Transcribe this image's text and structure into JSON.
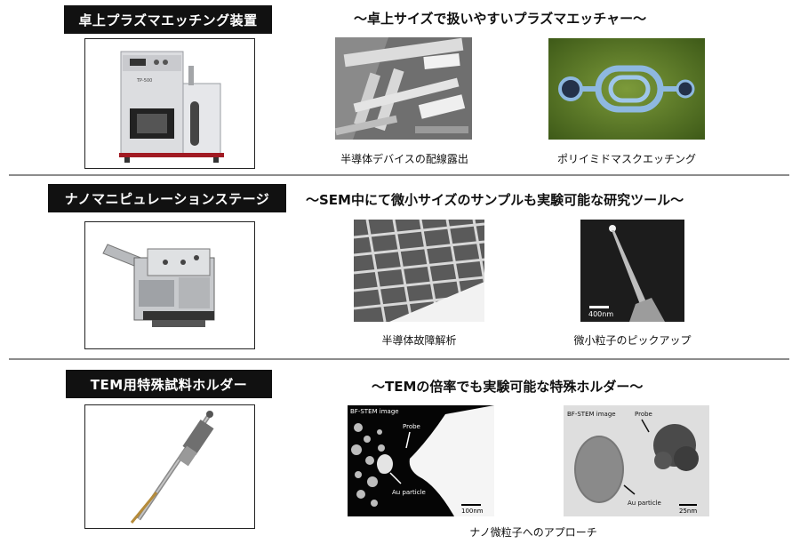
{
  "sections": [
    {
      "title": "卓上プラズマエッチング装置",
      "tagline": "～卓上サイズで扱いやすいプラズマエッチャー～",
      "device_label": "TP-500",
      "captions": [
        "半導体デバイスの配線露出",
        "ポリイミドマスクエッチング"
      ]
    },
    {
      "title": "ナノマニピュレーションステージ",
      "tagline": "～SEM中にて微小サイズのサンプルも実験可能な研究ツール～",
      "scale_label": "400nm",
      "captions": [
        "半導体故障解析",
        "微小粒子のピックアップ"
      ]
    },
    {
      "title": "TEM用特殊試料ホルダー",
      "tagline": "～TEMの倍率でも実験可能な特殊ホルダー～",
      "stem_left": {
        "header": "BF-STEM image",
        "probe": "Probe",
        "particle": "Au particle",
        "scale": "100nm"
      },
      "stem_right": {
        "header": "BF-STEM image",
        "probe": "Probe",
        "particle": "Au particle",
        "scale": "25nm"
      },
      "caption": "ナノ微粒子へのアプローチ"
    }
  ]
}
